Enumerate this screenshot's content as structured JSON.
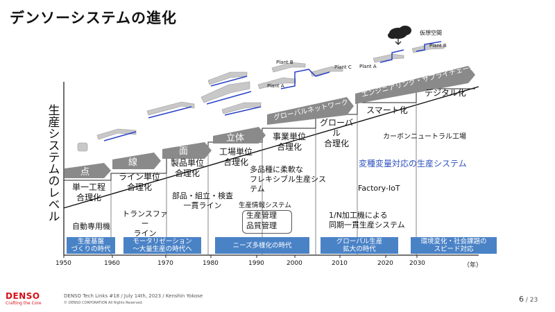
{
  "title": "デンソーシステムの進化",
  "y_axis_label": "生産システムのレベル",
  "x_unit": "（年）",
  "years": [
    "1950",
    "1960",
    "1970",
    "1980",
    "1990",
    "2000",
    "2010",
    "2020",
    "2030"
  ],
  "chevrons": [
    {
      "label": "点"
    },
    {
      "label": "線"
    },
    {
      "label": "面"
    },
    {
      "label": "立体"
    },
    {
      "label": "グローバルネットワーク"
    },
    {
      "label": "エンジニアリング・サプライチェーン"
    }
  ],
  "levels": {
    "l1": "単一工程\n合理化",
    "l2": "ライン単位\n合理化",
    "l3": "製品単位\n合理化",
    "l4": "工場単位\n合理化",
    "l5": "事業単位\n合理化",
    "l6": "グローバル\n合理化",
    "l7": "スマート化",
    "l8": "デジタル化"
  },
  "notes": {
    "jidou": "自動専用機",
    "transfer": "トランスファー\nライン",
    "buhin": "部品・組立・検査\n一貫ライン",
    "tashu": "多品種に柔軟な\nフレキシブル生産シス\nテム",
    "seisan_joho": "生産情報システム",
    "seisan_kanri": "生産管理",
    "hinshitsu_kanri": "品質管理",
    "n1": "1/N加工機による\n同期一貫生産システム",
    "iot": "Factory-IoT",
    "henshu": "変種変量対応の生産システム",
    "carbon": "カーボンニュートラル工場"
  },
  "eras": [
    "生産基盤\nづくりの時代",
    "モータリゼーション\n～大量生産の時代へ",
    "ニーズ多様化の時代",
    "グローバル生産\n拡大の時代",
    "環境変化・社会課題の\nスピード対応"
  ],
  "plants": {
    "a1": "Plant A",
    "b1": "Plant B",
    "c1": "Plant C",
    "a2": "Plant A",
    "b2": "Plant B",
    "cloud": "仮想空間"
  },
  "footer": {
    "logo": "DENSO",
    "tagline": "Crafting the Core",
    "event": "DENSO Tech Links #18 / July 14th, 2023 / Kenshin Yokose",
    "copyright": "© DENSO CORPORATION All Rights Reserved.",
    "page": "6",
    "total": "/ 23"
  },
  "colors": {
    "chevron": "#8a8a8a",
    "era": "#4a82c6",
    "accent": "#2d4fbf",
    "brand": "#d60f16"
  }
}
